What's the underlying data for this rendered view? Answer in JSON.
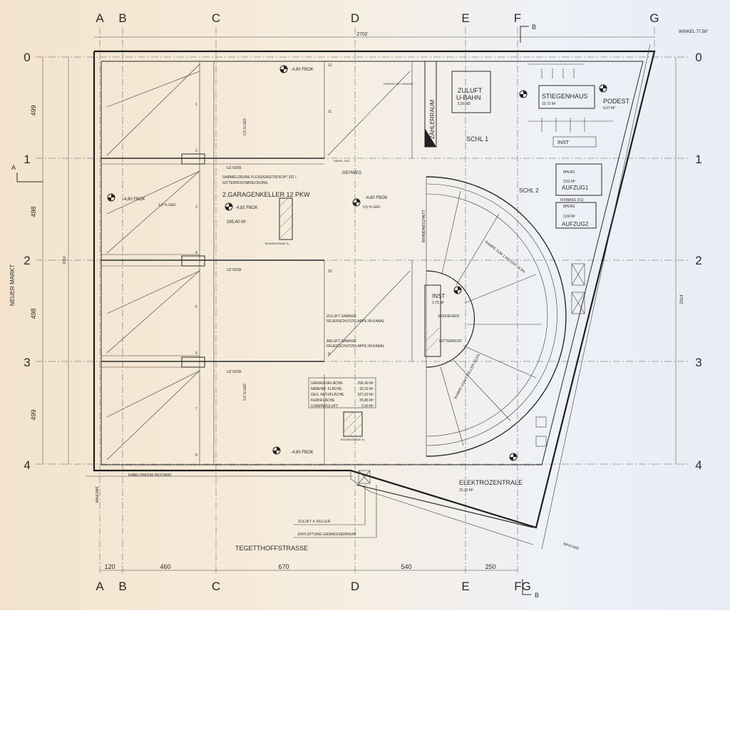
{
  "grid": {
    "columns": [
      "A",
      "B",
      "C",
      "D",
      "E",
      "F",
      "G"
    ],
    "columns_bottom": [
      "A",
      "B",
      "C",
      "D",
      "E",
      "FG"
    ],
    "rows": [
      "0",
      "1",
      "2",
      "3",
      "4"
    ],
    "section_marks": [
      "B",
      "B",
      "A"
    ]
  },
  "dimensions": {
    "top_total": "2702",
    "left_spans": [
      "499",
      "498",
      "498",
      "499"
    ],
    "left_total": "2014",
    "right_total": "2014",
    "bottom_spans": [
      "120",
      "460",
      "670",
      "540",
      "250"
    ],
    "angle": "WINKEL 77,58°"
  },
  "streets": {
    "left": "NEUER MARKT",
    "bottom": "TEGETTHOFFSTRASSE",
    "building_line": "BAULINIE"
  },
  "rooms": {
    "garage_title": "2.GARAGENKELLER 12 PKW",
    "garage_area": "295,40 M²",
    "zuluft": "ZULUFT",
    "ubahn": "U-BAHN",
    "zuluft_area": "5,50 M2",
    "stiegenhaus": "STIEGENHAUS",
    "stiegenhaus_area": "10,72 M²",
    "podest": "PODEST",
    "podest_area": "6,67 M²",
    "zaehlerraum": "ZÄHLERRAUM",
    "schl1": "SCHL 1",
    "schl2": "SCHL 2",
    "aufzug1": "AUFZUG1",
    "aufzug1_area": "3,52 M²",
    "aufzug2": "AUFZUG2",
    "aufzug2_area": "3,69 M²",
    "inst": "INST",
    "inst_area": "3,75 M²",
    "inst2": "INST",
    "elektro": "ELEKTROZENTRALE",
    "elektro_area": "23,32 M²",
    "gehweg": "GEHWEG",
    "steigeisen": "STEIGEISEN",
    "gitterrost": "GITTERROST",
    "brandabschnitt": "BRANDABSCHNITT",
    "rampe_up": "RAMPE ZUM 1.KELLER 19,5%",
    "rampe_down": "RAMPE VOM 1.KELLER 19,5%"
  },
  "notes": {
    "fbok_top": "-4,80 FBOK",
    "fbok_left": "-4,80 FBOK",
    "fbok_mid": "-4,80 FBOK",
    "fbok_spot": "-4,82 FBOK",
    "fbok_bottom": "-4,80 FBOK",
    "gefaelle1": "0,5 % GEF.",
    "gefaelle2": "0,5 % GEF.",
    "gefaelle3": "0,5 % GEF.",
    "gefaelle4": "1,0 % GEF.",
    "uz1": "UZ 50/35",
    "uz2": "UZ 50/35",
    "uz3": "UZ 50/35",
    "sammelgrube": "SAMMELGRUBE FLÜSSIGKEITSDICHT 321 l",
    "gitterrost_abdeckung": "GITTERROSTABDECKUNG",
    "zuluft_garage": "ZULUFT GARAGE",
    "feuerschutz1": "FEUERSCHUTZKLAPPE IM KANAL",
    "abluft_garage": "ABLUFT GARAGE",
    "feuerschutz2": "FEUERSCHUTZKLAPPE IM KANAL",
    "bodensonde1": "BODENSONDE S₂",
    "bodensonde2": "BODENSONDE S₃",
    "kabeltrasse": "KABELTRASSE BESTAND",
    "zuluft_keller": "ZULUFT 4. KELLER",
    "entlueftung": "ENTLÜFTUNG GASMESSERRAUM",
    "geruest": "GERÜST MIT ZÄHLER",
    "fps": "FIXMASS 2/11",
    "pers8a": "8PERS",
    "pers8b": "8PERS",
    "ampel": "AMPEL 4m2"
  },
  "area_table": [
    {
      "label": "GARAGENFLÄCHE",
      "value": "295,40 M²"
    },
    {
      "label": "NEBENR. FLÄCHE",
      "value": "32,22 M²"
    },
    {
      "label": "GES. NUTZFLÄCHE",
      "value": "327,62 M²"
    },
    {
      "label": "KERNFLÄCHE",
      "value": "35,86 M²"
    },
    {
      "label": "U-BAHNZULUFT",
      "value": "5,50 M²"
    }
  ],
  "stall_numbers": [
    "1",
    "2",
    "3",
    "4",
    "5",
    "6",
    "7",
    "8",
    "9",
    "10",
    "11",
    "12"
  ],
  "colors": {
    "paper_warm": "#f3e3cc",
    "paper_cool": "#e7edf5",
    "ink": "#2a2a2a"
  }
}
